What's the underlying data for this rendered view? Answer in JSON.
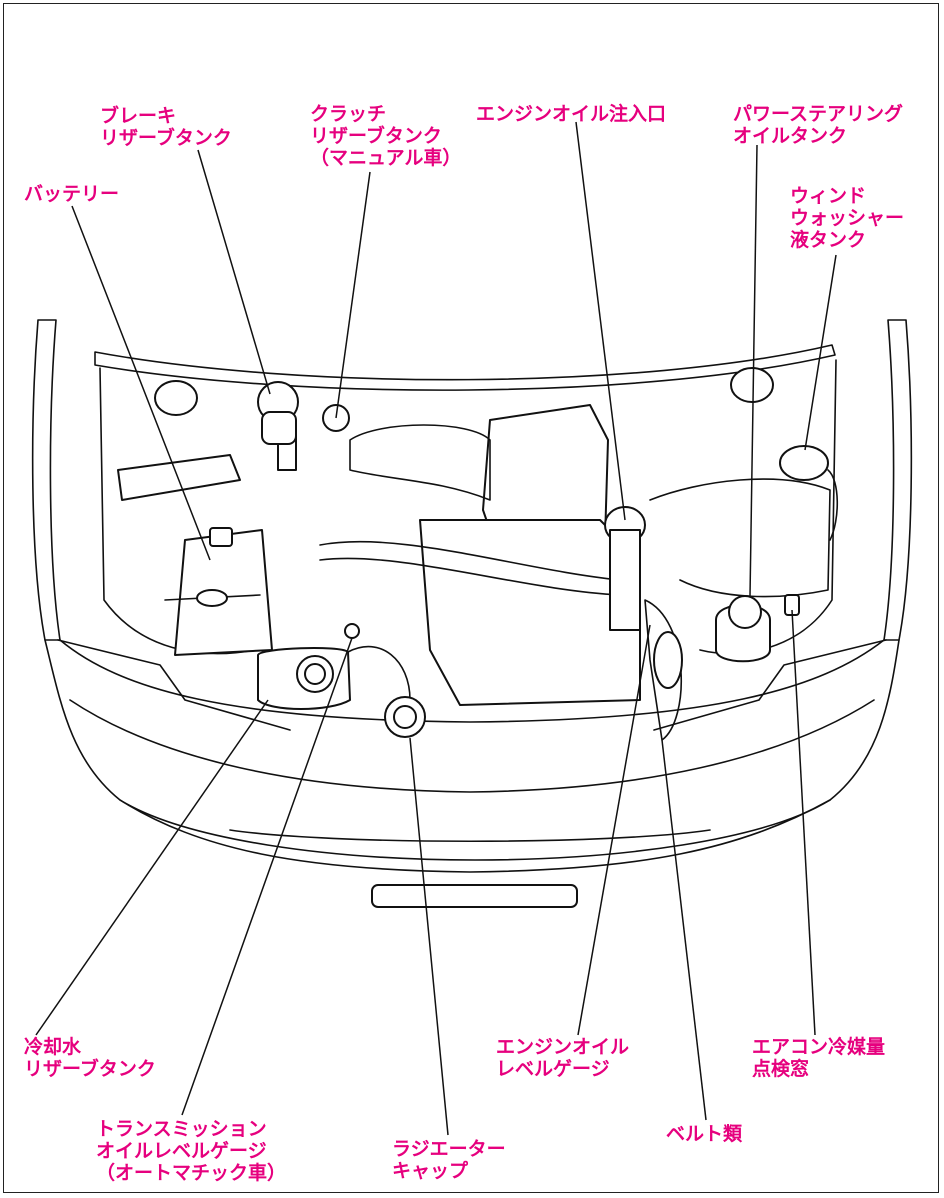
{
  "labels": {
    "brake_tank": [
      "ブレーキ",
      "リザーブタンク"
    ],
    "clutch_tank": [
      "クラッチ",
      "リザーブタンク",
      "（マニュアル車）"
    ],
    "oil_filler": [
      "エンジンオイル注入口"
    ],
    "ps_tank": [
      "パワーステアリング",
      "オイルタンク"
    ],
    "battery": [
      "バッテリー"
    ],
    "washer_tank": [
      "ウィンド",
      "ウォッシャー",
      "液タンク"
    ],
    "coolant_tank": [
      "冷却水",
      "リザーブタンク"
    ],
    "trans_gauge": [
      "トランスミッション",
      "オイルレベルゲージ",
      "（オートマチック車）"
    ],
    "radiator_cap": [
      "ラジエーター",
      "キャップ"
    ],
    "oil_gauge": [
      "エンジンオイル",
      "レベルゲージ"
    ],
    "belts": [
      "ベルト類"
    ],
    "ac_window": [
      "エアコン冷媒量",
      "点検窓"
    ]
  },
  "colors": {
    "label": "#e6007e",
    "line": "#111111"
  }
}
